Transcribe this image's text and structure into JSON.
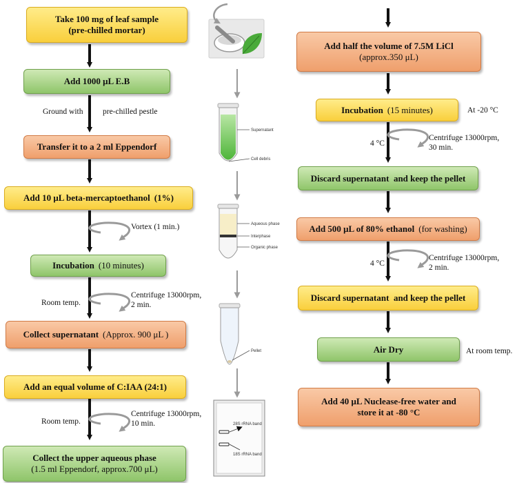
{
  "left": {
    "box1_title": "Take 100 mg of leaf sample",
    "box1_sub": "(pre-chilled mortar)",
    "box2_title": "Add 1000 μL E.B",
    "note_ground_a": "Ground with",
    "note_ground_b": "pre-chilled pestle",
    "box3_title": "Transfer it to a 2 ml Eppendorf",
    "box4_title": "Add 10 μL beta-mercaptoethanol",
    "box4_paren": "(1%)",
    "note_vortex": "Vortex (1 min.)",
    "box5_title": "Incubation",
    "box5_paren": "(10 minutes)",
    "note_roomtemp1": "Room temp.",
    "note_centrifuge1": "Centrifuge 13000rpm, 2 min.",
    "box6_title": "Collect supernatant",
    "box6_paren": "(Approx. 900 μL )",
    "box7_title": "Add an equal volume of C:IAA (24:1)",
    "note_roomtemp2": "Room temp.",
    "note_centrifuge2": "Centrifuge 13000rpm, 10 min.",
    "box8_title": "Collect the upper aqueous phase",
    "box8_sub": "(1.5 ml Eppendorf, approx.700 μL)"
  },
  "middle": {
    "tube1_supernatant": "Supernatant",
    "tube1_debris": "Cell debris",
    "tube2_aqueous": "Aqueous phase",
    "tube2_interphase": "Interphase",
    "tube2_organic": "Organic phase",
    "tube3_pellet": "Pellet",
    "gel_28s": "28S rRNA band",
    "gel_18s": "18S rRNA band"
  },
  "right": {
    "box1_title": "Add half the volume of 7.5M LiCl",
    "box1_sub": "(approx.350 μL)",
    "box2_title": "Incubation",
    "box2_paren": "(15 minutes)",
    "note_temp_neg20": "At -20 °C",
    "note_4c_1": "4 °C",
    "note_centrifuge1": "Centrifuge 13000rpm, 30 min.",
    "box3_title": "Discard supernatant  and keep the pellet",
    "box4_title": "Add 500 μL of 80% ethanol",
    "box4_paren": "(for washing)",
    "note_4c_2": "4 °C",
    "note_centrifuge2": "Centrifuge 13000rpm, 2 min.",
    "box5_title": "Discard supernatant  and keep the pellet",
    "box6_title": "Air Dry",
    "note_roomtemp": "At room temp.",
    "box7_title": "Add 40 μL Nuclease-free water and store it at -80 °C"
  },
  "colors": {
    "yellow": "#f9cf3c",
    "green": "#8fc56a",
    "orange": "#ef9f6c",
    "arrow": "#111111",
    "gray_arrow": "#9a9a9a"
  }
}
